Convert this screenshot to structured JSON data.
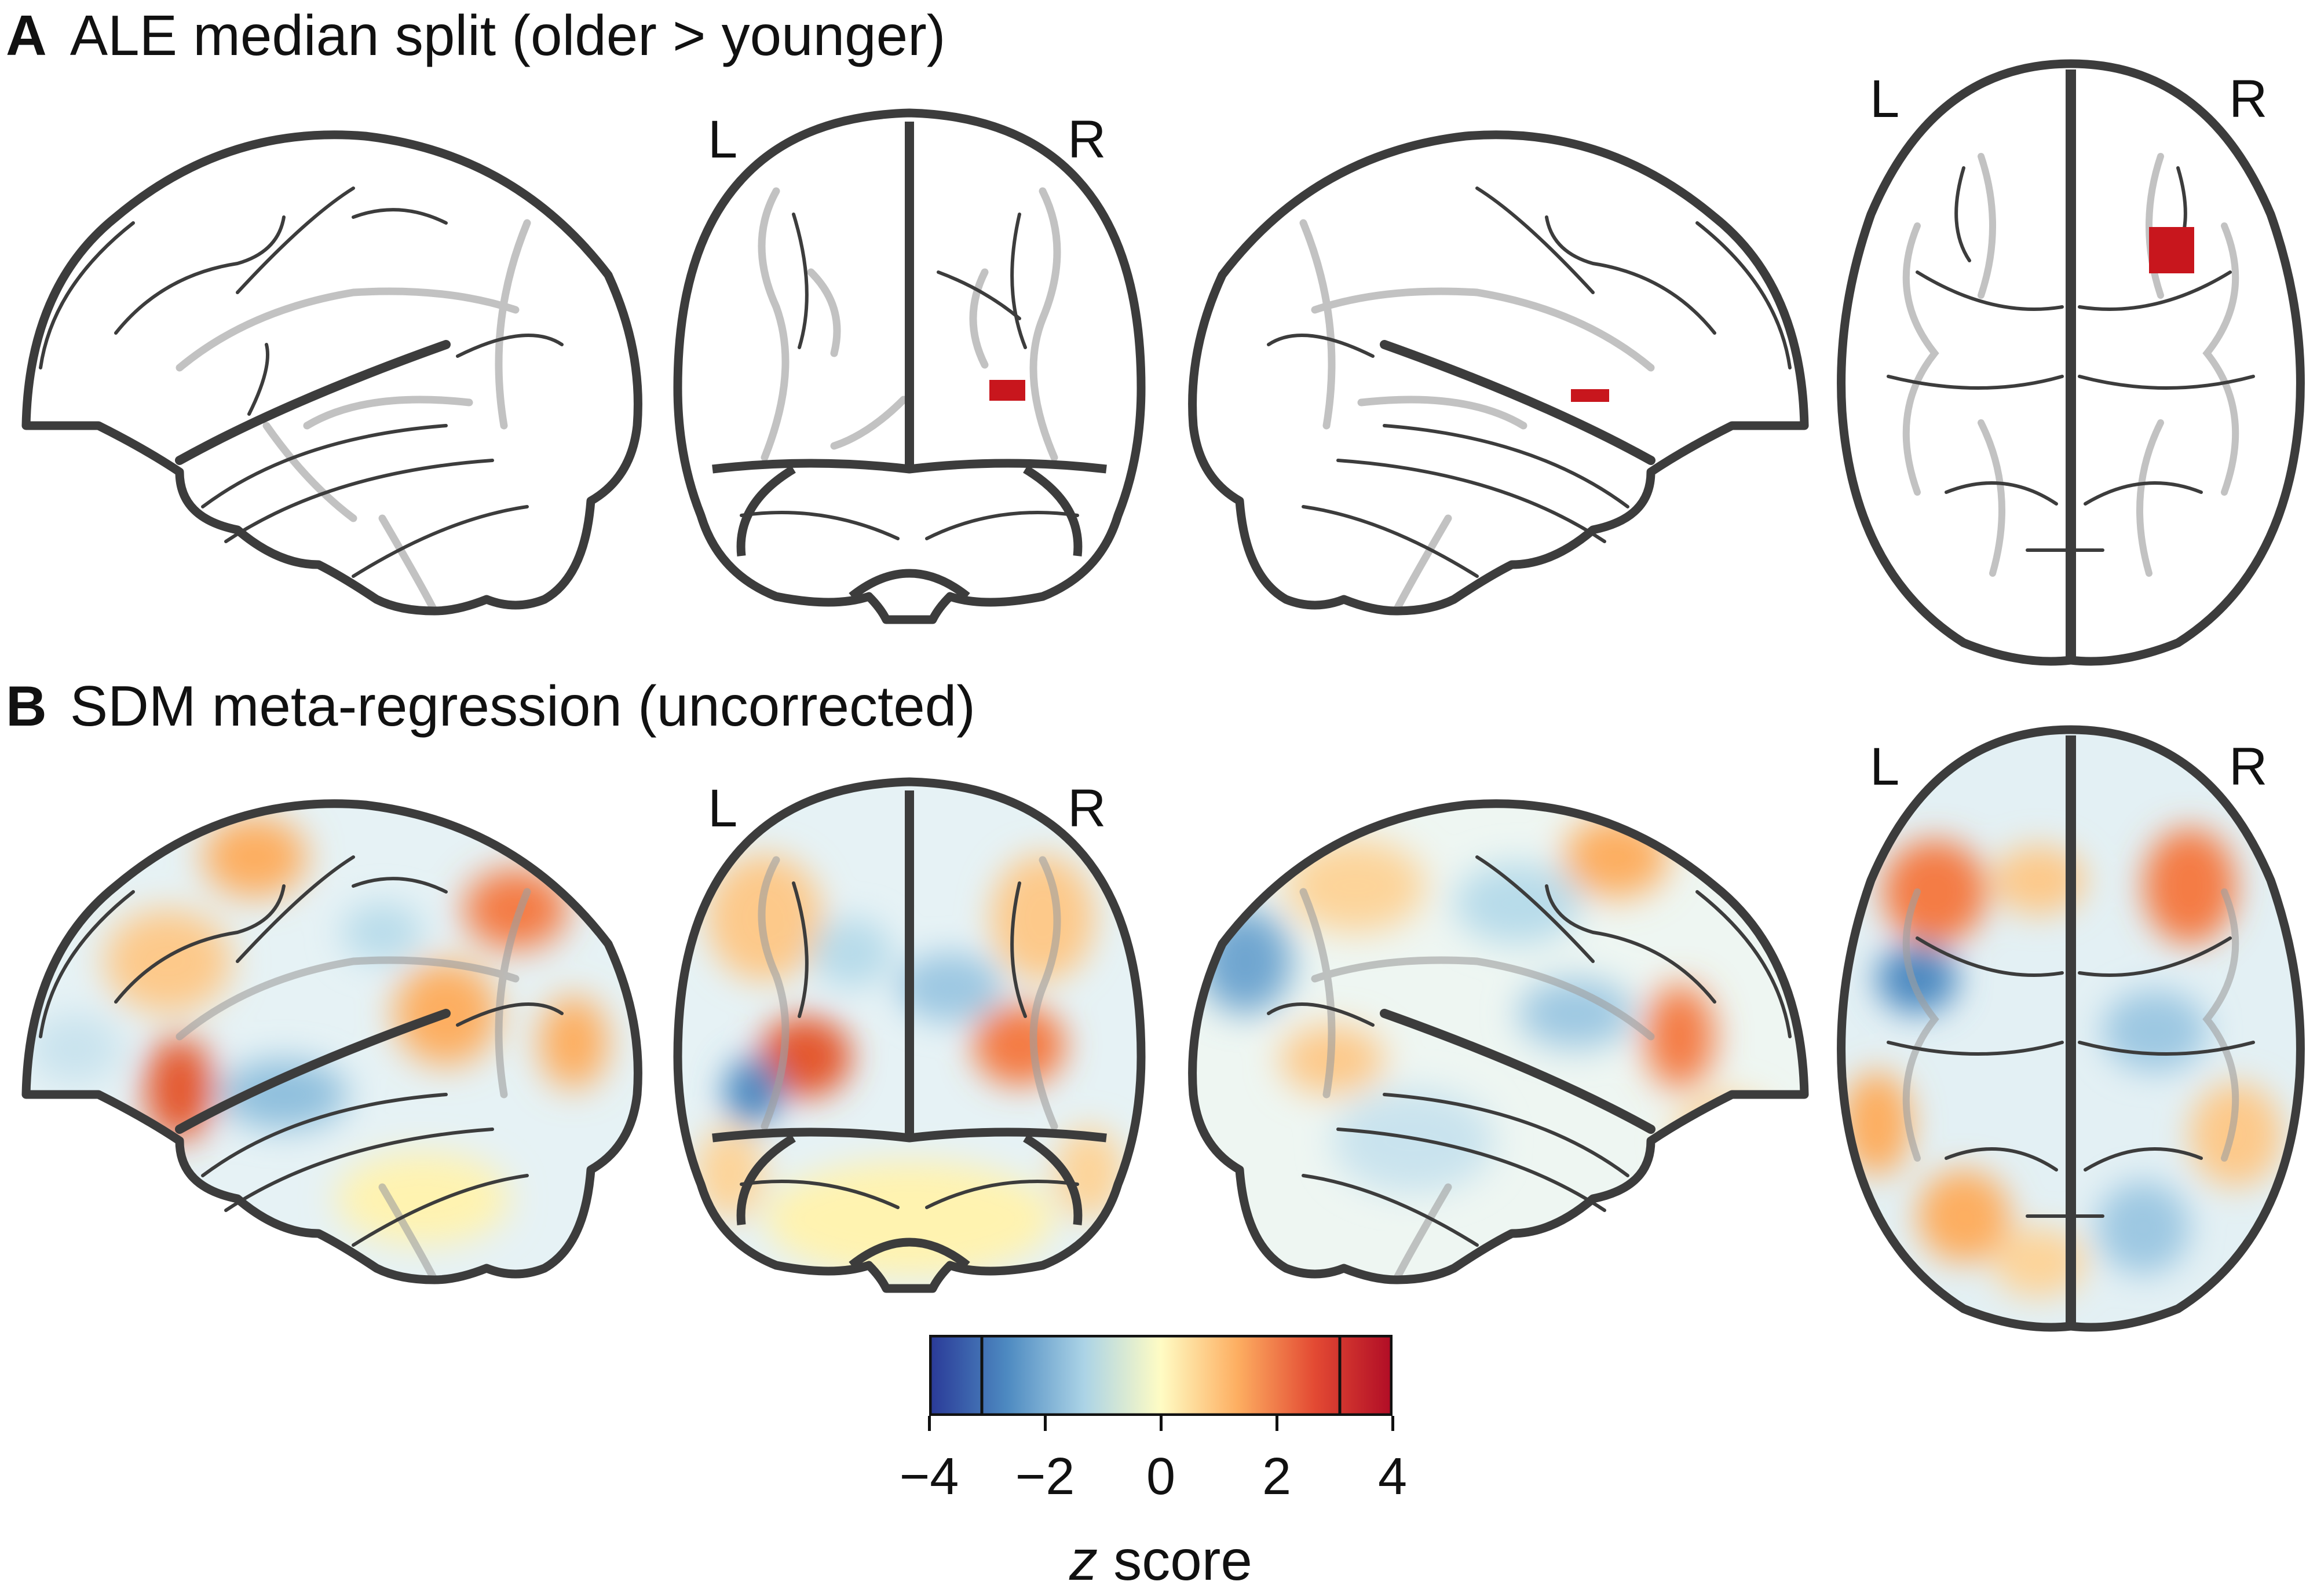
{
  "panels": [
    {
      "letter": "A",
      "title": "ALE median split (older > younger)"
    },
    {
      "letter": "B",
      "title": "SDM meta-regression (uncorrected)"
    }
  ],
  "orientation_labels": {
    "left": "L",
    "right": "R"
  },
  "colorbar": {
    "label_var": "z",
    "label_rest": " score",
    "ticks": [
      "−4",
      "−2",
      "0",
      "2",
      "4"
    ],
    "tick_values": [
      -4,
      -2,
      0,
      2,
      4
    ],
    "range": [
      -4,
      4
    ],
    "threshold_marks": [
      -3.09,
      3.09
    ],
    "colormap": [
      "#2a3a98",
      "#4d8ac1",
      "#abd3e6",
      "#fffcc4",
      "#fdae61",
      "#e34a33",
      "#b10d26"
    ]
  },
  "colors": {
    "outline": "#3c3c3c",
    "sulci": "#b8b8b8",
    "cluster": "#c8161d"
  }
}
